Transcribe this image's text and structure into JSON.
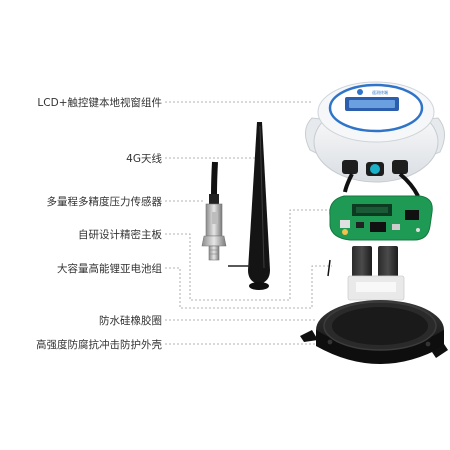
{
  "device_name_on_lcd": "遥测终端",
  "labels": {
    "lcd": "LCD+触控键本地视窗组件",
    "antenna": "4G天线",
    "sensor": "多量程多精度压力传感器",
    "board": "自研设计精密主板",
    "battery": "大容量高能锂亚电池组",
    "gasket": "防水硅橡胶圈",
    "shell": "高强度防腐抗冲击防护外壳"
  },
  "colors": {
    "housing": "#f2f4f6",
    "bezel": "#2f74c8",
    "pcb": "#1f9a55",
    "shell": "#1b1b1b",
    "antenna": "#151515",
    "leader": "#999999"
  }
}
